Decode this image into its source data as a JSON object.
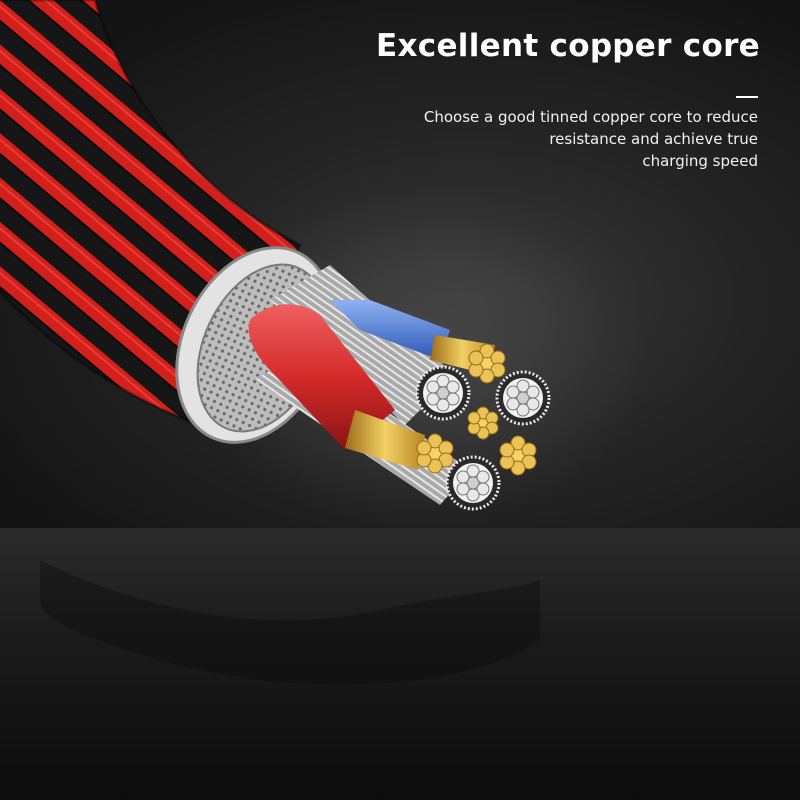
{
  "heading": "Excellent copper core",
  "description_lines": [
    "Choose a good tinned copper core to reduce",
    "resistance and achieve true",
    "charging speed"
  ],
  "colors": {
    "braid_red": "#d3201c",
    "braid_black": "#161616",
    "copper": "#e0b53a",
    "tinned_silver": "#d9d9d9",
    "insulation_red": "#d52a2a",
    "insulation_blue": "#3f6fd6"
  }
}
